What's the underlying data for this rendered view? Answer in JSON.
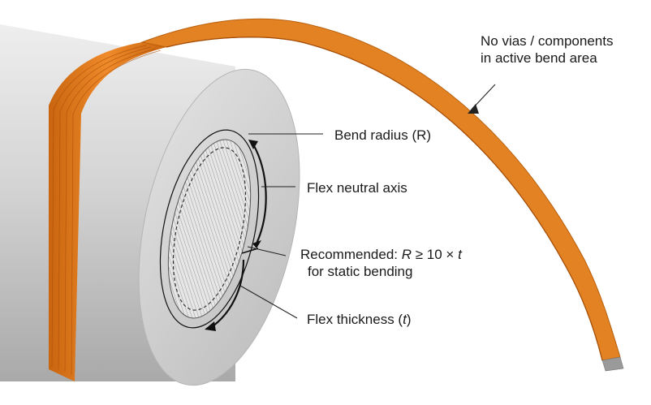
{
  "labels": {
    "no_vias_line1": "No vias / components",
    "no_vias_line2": "in active bend area",
    "bend_radius": "Bend radius (R)",
    "neutral_axis": "Flex neutral axis",
    "recommended_prefix": "Recommended: ",
    "recommended_var": "R",
    "recommended_rel": " ≥ 10 × ",
    "recommended_var2": "t",
    "static_bending": "for static bending",
    "thickness_prefix": "Flex thickness (",
    "thickness_var": "t",
    "thickness_suffix": ")"
  },
  "colors": {
    "flex_orange": "#e07a1c",
    "flex_dark": "#b3560a",
    "cylinder": "#c9c9c9",
    "end_face": "#d6d6d6",
    "leader": "#222222"
  }
}
